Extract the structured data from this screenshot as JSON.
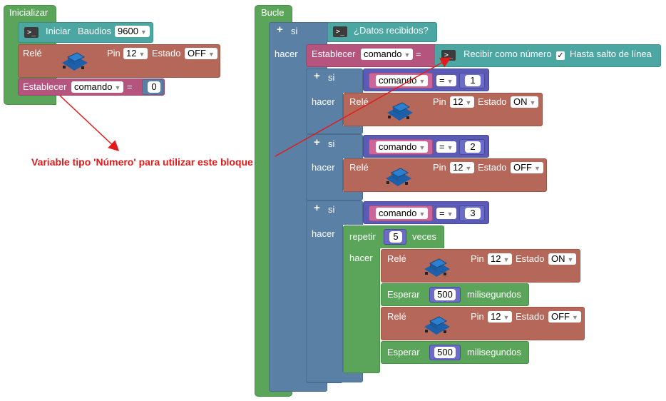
{
  "init": {
    "title": "Inicializar",
    "serial": {
      "label": "Iniciar",
      "baud_label": "Baudios",
      "baud_value": "9600"
    },
    "relay": {
      "label": "Relé",
      "pin_label": "Pin",
      "pin_value": "12",
      "state_label": "Estado",
      "state_value": "OFF"
    },
    "set": {
      "label": "Establecer",
      "variable": "comando",
      "eq": "=",
      "value": "0"
    }
  },
  "loop": {
    "title": "Bucle",
    "if_label": "si",
    "do_label": "hacer",
    "data_received": "¿Datos recibidos?",
    "set": {
      "label": "Establecer",
      "variable": "comando",
      "eq": "=",
      "receive": "Recibir como número",
      "checkbox": "✓",
      "until": "Hasta salto de línea"
    },
    "cond1": {
      "variable": "comando",
      "op": "=",
      "value": "1",
      "relay": {
        "label": "Relé",
        "pin_label": "Pin",
        "pin_value": "12",
        "state_label": "Estado",
        "state_value": "ON"
      }
    },
    "cond2": {
      "variable": "comando",
      "op": "=",
      "value": "2",
      "relay": {
        "label": "Relé",
        "pin_label": "Pin",
        "pin_value": "12",
        "state_label": "Estado",
        "state_value": "OFF"
      }
    },
    "cond3": {
      "variable": "comando",
      "op": "=",
      "value": "3",
      "repeat": {
        "label": "repetir",
        "times": "5",
        "times_label": "veces",
        "do_label": "hacer",
        "relay_on": {
          "label": "Relé",
          "pin_label": "Pin",
          "pin_value": "12",
          "state_label": "Estado",
          "state_value": "ON"
        },
        "wait1": {
          "label": "Esperar",
          "value": "500",
          "unit": "milisegundos"
        },
        "relay_off": {
          "label": "Relé",
          "pin_label": "Pin",
          "pin_value": "12",
          "state_label": "Estado",
          "state_value": "OFF"
        },
        "wait2": {
          "label": "Esperar",
          "value": "500",
          "unit": "milisegundos"
        }
      }
    }
  },
  "annotation": {
    "text": "Variable tipo 'Número' para utilizar este bloque",
    "color": "#e31a1a"
  },
  "colors": {
    "loop": "#5ba55b",
    "serial": "#4ca6a2",
    "relay": "#b5685a",
    "variable": "#b5557d",
    "logic": "#5b80a5",
    "compare": "#5b5bb5"
  },
  "icons": {
    "terminal": "terminal-icon",
    "relay": "relay-module-icon",
    "dropdown": "chevron-down-icon",
    "plus": "plus-icon"
  }
}
